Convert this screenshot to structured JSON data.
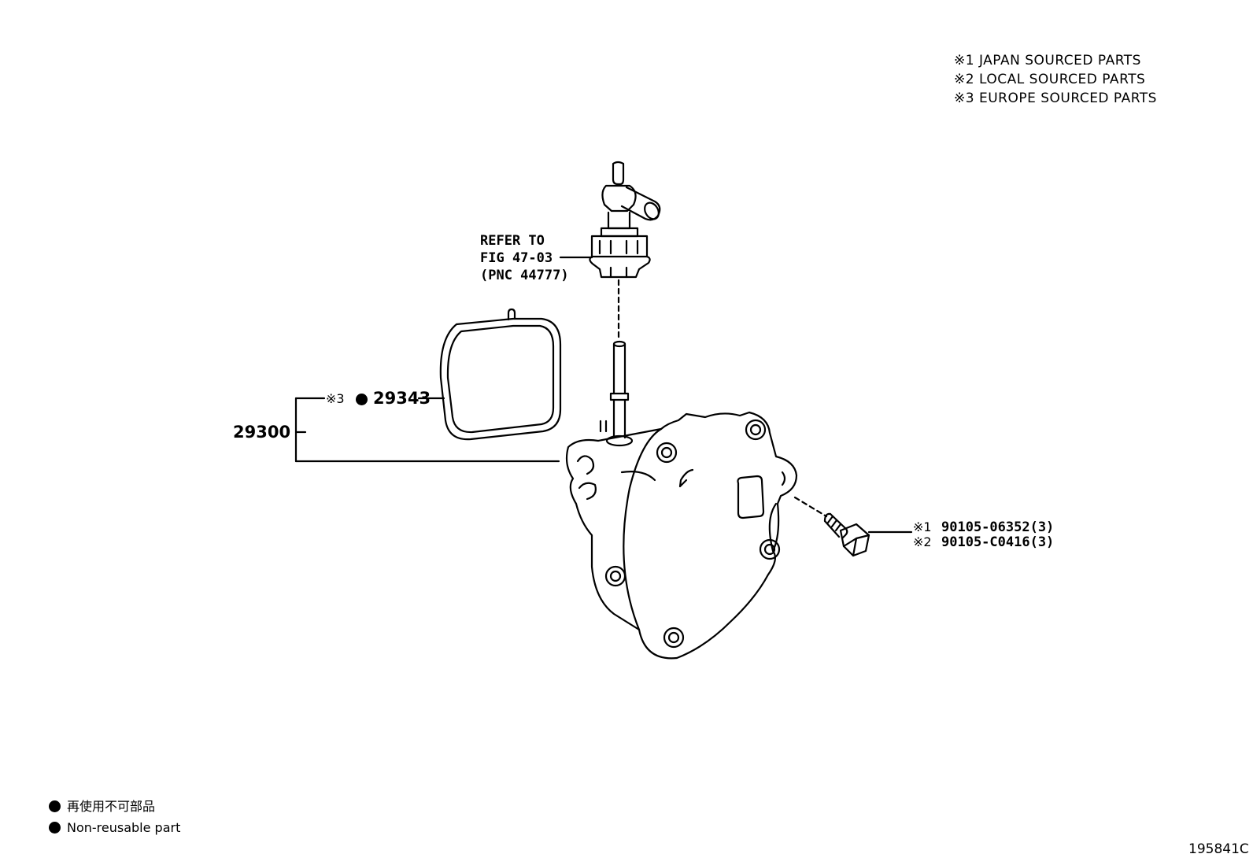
{
  "legend": {
    "item1": "※1 JAPAN SOURCED PARTS",
    "item2": "※2 LOCAL SOURCED PARTS",
    "item3": "※3 EUROPE SOURCED PARTS"
  },
  "refer": {
    "line1": "REFER TO",
    "line2": "FIG 47-03",
    "line3": "(PNC 44777)"
  },
  "parts": {
    "assembly": "29300",
    "gasket_mark": "※3",
    "gasket": "29343",
    "bolt_mark1": "※1",
    "bolt_pn1": "90105-06352(3)",
    "bolt_mark2": "※2",
    "bolt_pn2": "90105-C0416(3)"
  },
  "footer_legend": {
    "jp": "再使用不可部品",
    "en": "Non-reusable part"
  },
  "figure_id": "195841C",
  "icons": [
    "non-reusable-dot-icon"
  ],
  "colors": {
    "ink": "#000000",
    "paper": "#ffffff"
  }
}
